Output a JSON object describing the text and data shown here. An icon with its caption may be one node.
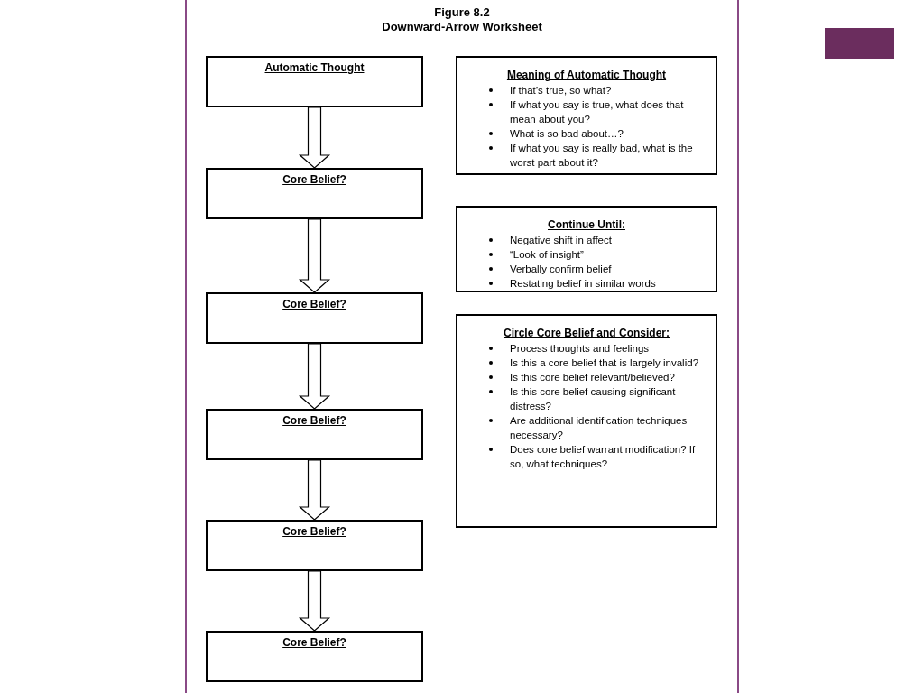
{
  "diagram": {
    "title": "Downward-Arrow Worksheet",
    "nodes": [
      {
        "text": [
          "Automatic Thought"
        ]
      },
      {
        "text": [
          "Core Belief?"
        ]
      },
      {
        "text": [
          "Core Belief?"
        ]
      },
      {
        "text": [
          "Core Belief?"
        ]
      },
      {
        "text": [
          "Core Belief?"
        ]
      },
      {
        "text": [
          "Core Belief?"
        ]
      },
      {
        "text": [
          "Meaning of Automatic Thought",
          "If that’s true, so what?",
          "If what you say is true, what does that mean about you?",
          "What is so bad about…?",
          "If what you say is really bad, what is the worst part about it?"
        ]
      },
      {
        "text": [
          "Continue Until:",
          "Negative shift in affect",
          "“Look of insight”",
          "Verbally confirm belief",
          "Restating belief in similar words"
        ]
      },
      {
        "text": [
          "Circle Core Belief and Consider:",
          "Process thoughts and feelings",
          "Is this a core belief that is largely invalid?",
          "Is this core belief relevant/believed?",
          "Is this core belief causing significant distress?",
          "Are additional identification techniques necessary?",
          "Does core belief warrant modification? If so, what techniques?"
        ]
      }
    ],
    "edges": [
      {
        "from": 0,
        "to": 1,
        "arrow": "to"
      },
      {
        "from": 1,
        "to": 2,
        "arrow": "to"
      },
      {
        "from": 2,
        "to": 3,
        "arrow": "to"
      },
      {
        "from": 3,
        "to": 4,
        "arrow": "to"
      },
      {
        "from": 4,
        "to": 5,
        "arrow": "to"
      }
    ],
    "labels": [
      "Figure 8.2"
    ]
  }
}
